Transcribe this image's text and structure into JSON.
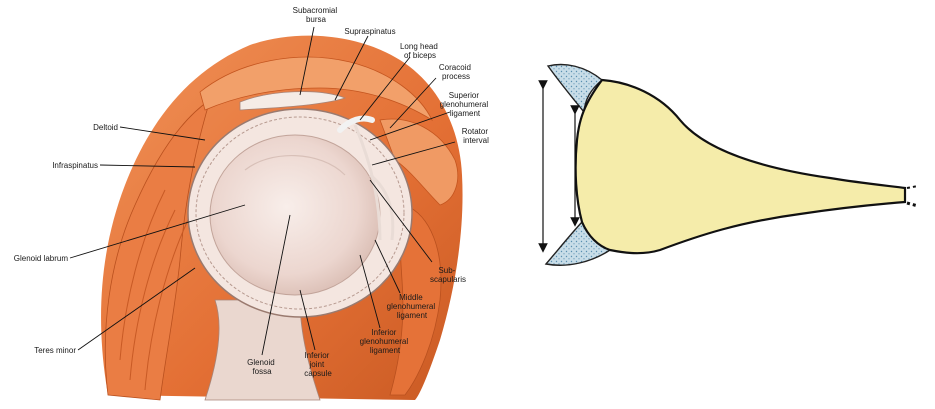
{
  "left_panel": {
    "labels": {
      "subacromial_bursa": [
        "Subacromial",
        "bursa"
      ],
      "supraspinatus": [
        "Supraspinatus"
      ],
      "long_head_biceps": [
        "Long head",
        "of biceps"
      ],
      "coracoid_process": [
        "Coracoid",
        "process"
      ],
      "superior_gh_ligament": [
        "Superior",
        "glenohumeral",
        "ligament"
      ],
      "rotator_interval": [
        "Rotator",
        "interval"
      ],
      "deltoid": [
        "Deltoid"
      ],
      "infraspinatus": [
        "Infraspinatus"
      ],
      "glenoid_labrum": [
        "Glenoid labrum"
      ],
      "teres_minor": [
        "Teres minor"
      ],
      "subscapularis": [
        "Sub-",
        "scapularis"
      ],
      "middle_gh_ligament": [
        "Middle",
        "glenohumeral",
        "ligament"
      ],
      "inferior_gh_ligament": [
        "Inferior",
        "glenohumeral",
        "ligament"
      ],
      "inferior_joint_capsule": [
        "Inferior",
        "joint",
        "capsule"
      ],
      "glenoid_fossa": [
        "Glenoid",
        "fossa"
      ]
    }
  },
  "colors": {
    "muscle": "#e8733a",
    "muscle_dark": "#c4551f",
    "muscle_light": "#f2a06a",
    "bone": "#f3e3dd",
    "cartilage_yellow": "#f5ecaa",
    "labrum_blue": "#c9dbe6"
  }
}
